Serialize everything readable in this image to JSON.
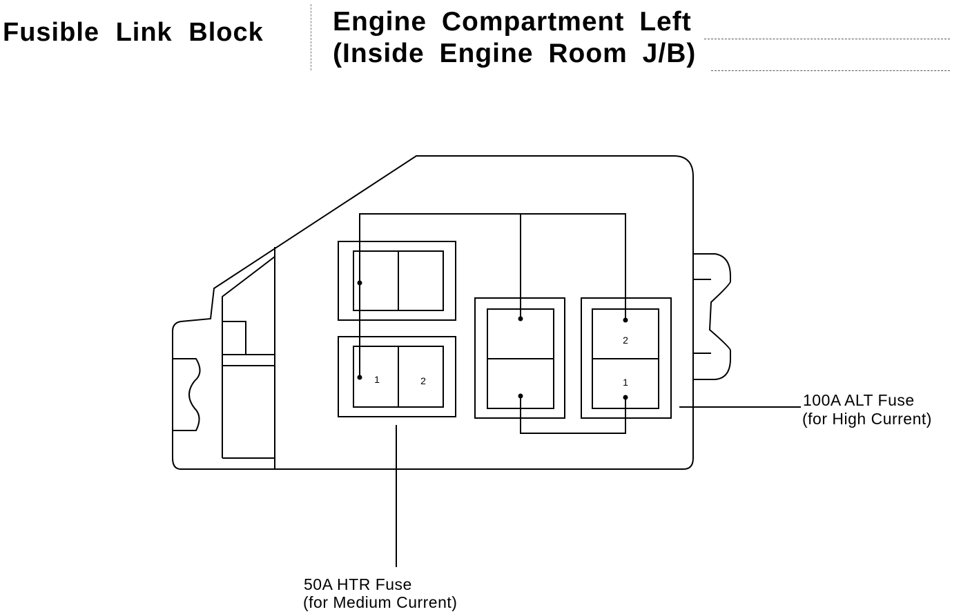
{
  "header": {
    "section_title": "Fusible Link Block",
    "location_line1": "Engine Compartment Left",
    "location_line2": "(Inside Engine Room J/B)"
  },
  "fuses": {
    "htr": {
      "label_line1": "50A HTR Fuse",
      "label_line2": "(for Medium Current)",
      "pins": [
        "1",
        "2"
      ]
    },
    "alt": {
      "label_line1": "100A ALT Fuse",
      "label_line2": "(for High Current)",
      "pins": [
        "2",
        "1"
      ]
    }
  }
}
